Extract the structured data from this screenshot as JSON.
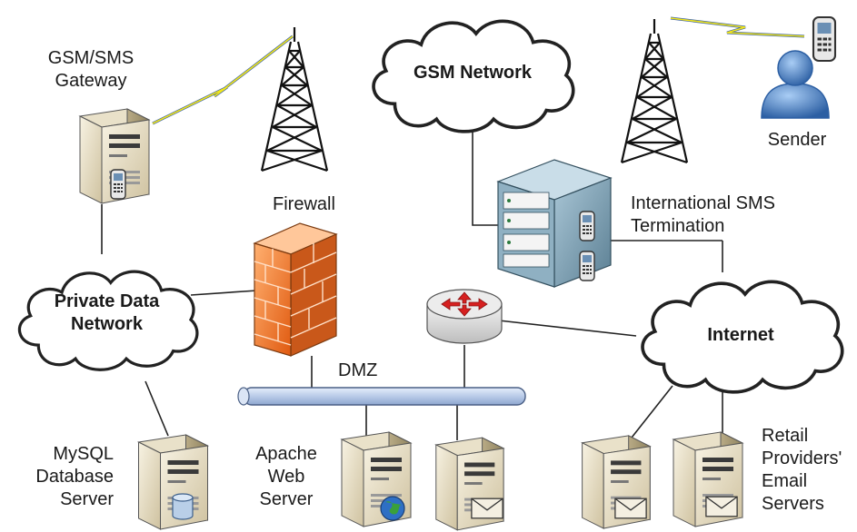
{
  "labels": {
    "gsm_sms_gateway": [
      "GSM/SMS",
      "Gateway"
    ],
    "gsm_network": "GSM Network",
    "sender": "Sender",
    "firewall": "Firewall",
    "international_sms_termination": [
      "International SMS",
      "Termination"
    ],
    "private_data_network": [
      "Private Data",
      "Network"
    ],
    "internet": "Internet",
    "dmz": "DMZ",
    "mysql_database_server": [
      "MySQL",
      "Database",
      "Server"
    ],
    "apache_web_server": [
      "Apache",
      "Web",
      "Server"
    ],
    "retail_providers_email_servers": [
      "Retail",
      "Providers'",
      "Email",
      "Servers"
    ]
  },
  "colors": {
    "cloud_fill": "#ffffff",
    "cloud_stroke": "#222222",
    "server_body": "#e8dfc8",
    "firewall_brick": "#f0863a",
    "dmz_bus": "#c5d3ea",
    "lightning": "#f2e61a",
    "person": "#4a7fc1"
  }
}
